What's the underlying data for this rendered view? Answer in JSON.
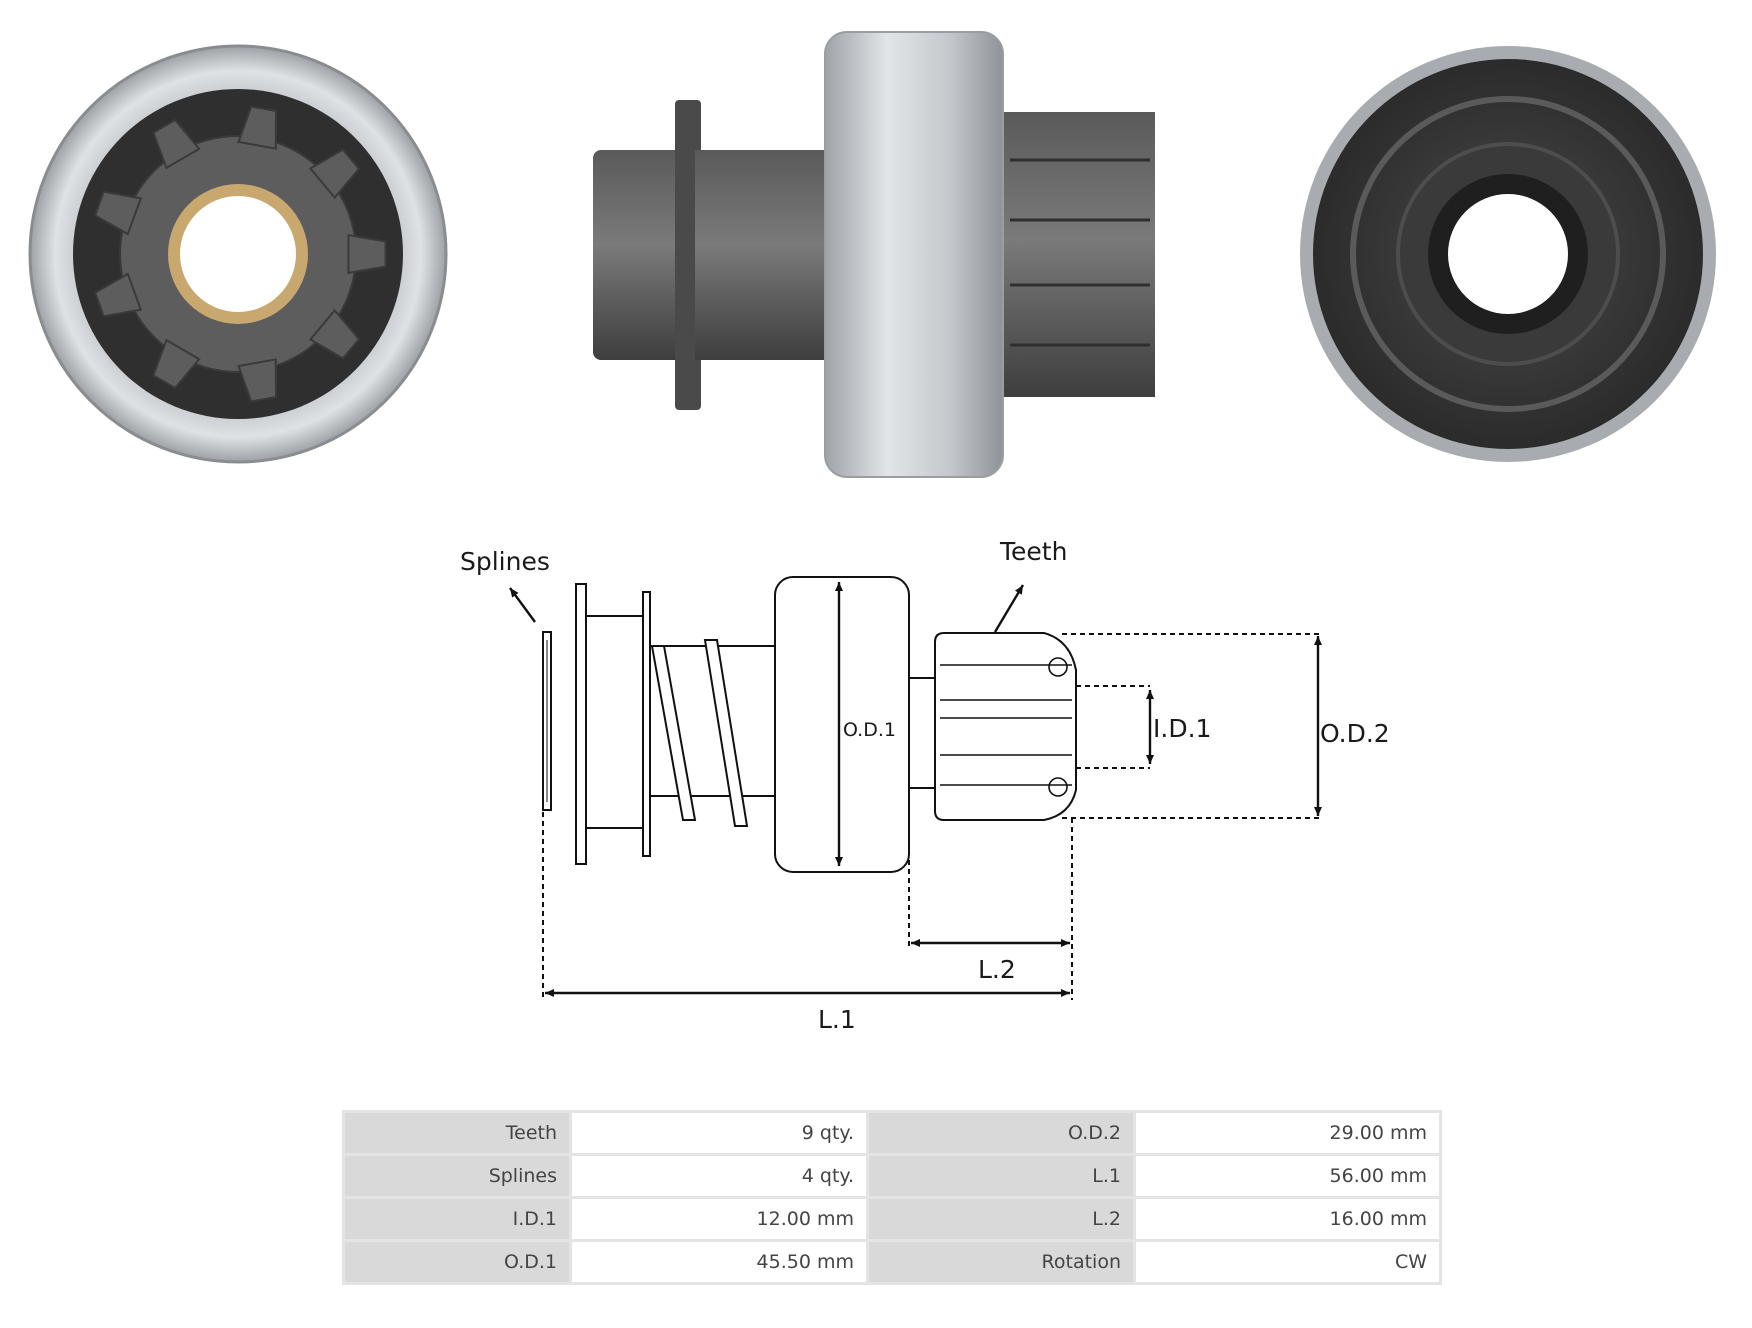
{
  "labels": {
    "splines": "Splines",
    "teeth": "Teeth",
    "od1": "O.D.1",
    "id1": "I.D.1",
    "od2": "O.D.2",
    "l1": "L.1",
    "l2": "L.2"
  },
  "specs": [
    {
      "k1": "Teeth",
      "v1": "9 qty.",
      "k2": "O.D.2",
      "v2": "29.00 mm"
    },
    {
      "k1": "Splines",
      "v1": "4 qty.",
      "k2": "L.1",
      "v2": "56.00 mm"
    },
    {
      "k1": "I.D.1",
      "v1": "12.00 mm",
      "k2": "L.2",
      "v2": "16.00 mm"
    },
    {
      "k1": "O.D.1",
      "v1": "45.50 mm",
      "k2": "Rotation",
      "v2": "CW"
    }
  ]
}
